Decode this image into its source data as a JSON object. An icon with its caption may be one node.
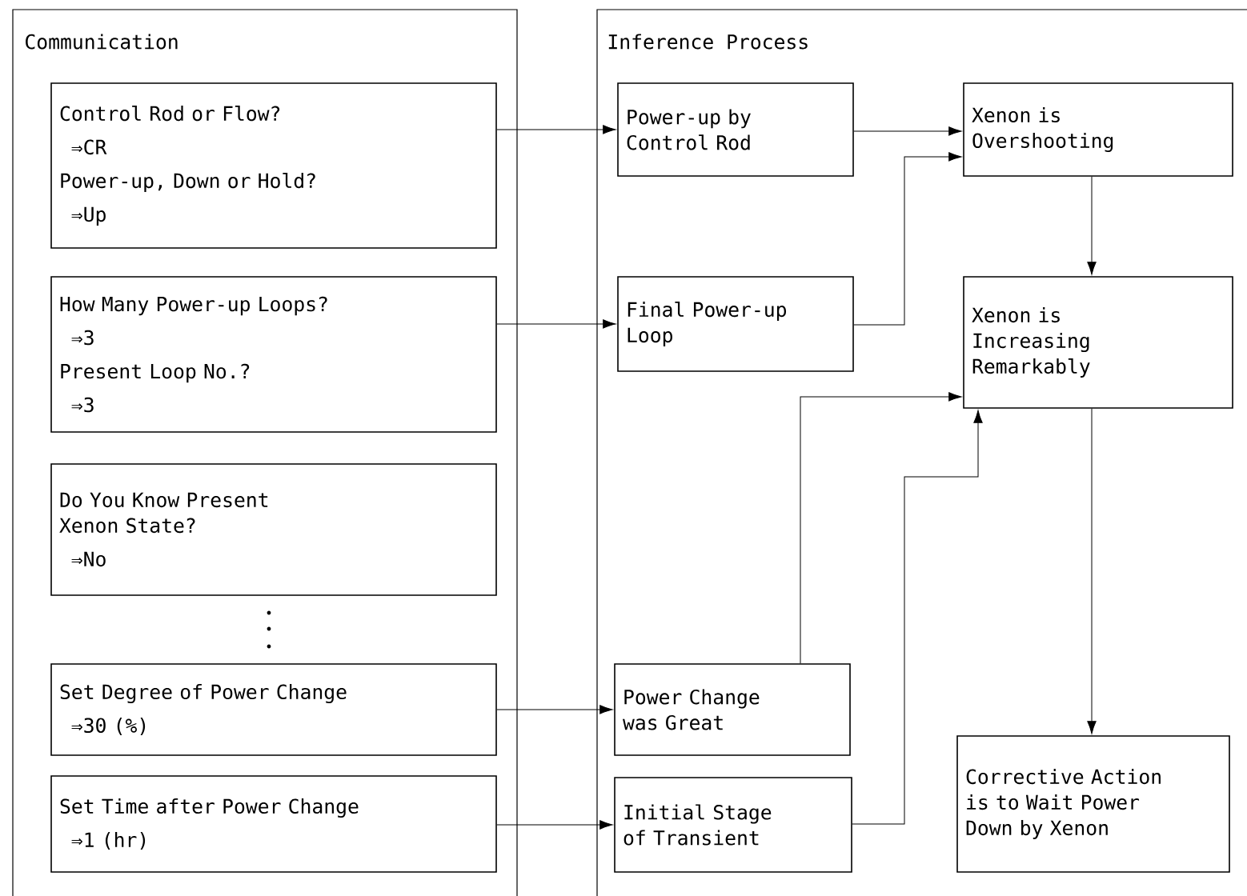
{
  "diagram": {
    "nodes": [
      {
        "text": [
          "Communication"
        ]
      },
      {
        "text": [
          "Control Rod or Flow?",
          "⇒CR",
          "Power-up, Down or Hold?",
          "⇒Up"
        ],
        "in": 0
      },
      {
        "text": [
          "How Many Power-up Loops?",
          "⇒3",
          "Present Loop No.?",
          "⇒3"
        ],
        "in": 0
      },
      {
        "text": [
          "Do You Know Present Xenon State?",
          "⇒No"
        ],
        "in": 0
      },
      {
        "text": [
          "Set Degree of Power Change",
          "⇒30  (%)"
        ],
        "in": 0
      },
      {
        "text": [
          "Set Time after Power Change",
          "⇒1  (hr)"
        ],
        "in": 0
      },
      {
        "text": [
          "Inference Process"
        ]
      },
      {
        "text": [
          "Power-up by Control Rod"
        ],
        "in": 6
      },
      {
        "text": [
          "Xenon is Overshooting"
        ],
        "in": 6
      },
      {
        "text": [
          "Final Power-up Loop"
        ],
        "in": 6
      },
      {
        "text": [
          "Xenon is Increasing Remarkably"
        ],
        "in": 6
      },
      {
        "text": [
          "Power Change was Great"
        ],
        "in": 6
      },
      {
        "text": [
          "Initial Stage of Transient"
        ],
        "in": 6
      },
      {
        "text": [
          "Corrective Action is to Wait Power Down by Xenon"
        ],
        "in": 6
      }
    ],
    "edges": [
      {
        "from": 1,
        "to": 7,
        "arrow": "to"
      },
      {
        "from": 2,
        "to": 9,
        "arrow": "to"
      },
      {
        "from": 4,
        "to": 11,
        "arrow": "to"
      },
      {
        "from": 5,
        "to": 12,
        "arrow": "to"
      },
      {
        "from": 7,
        "to": 8,
        "arrow": "to"
      },
      {
        "from": 9,
        "to": 8,
        "arrow": "to"
      },
      {
        "from": 8,
        "to": 10,
        "arrow": "to"
      },
      {
        "from": 11,
        "to": 10,
        "arrow": "to"
      },
      {
        "from": 12,
        "to": 10,
        "arrow": "to"
      },
      {
        "from": 10,
        "to": 13,
        "arrow": "to"
      }
    ]
  }
}
